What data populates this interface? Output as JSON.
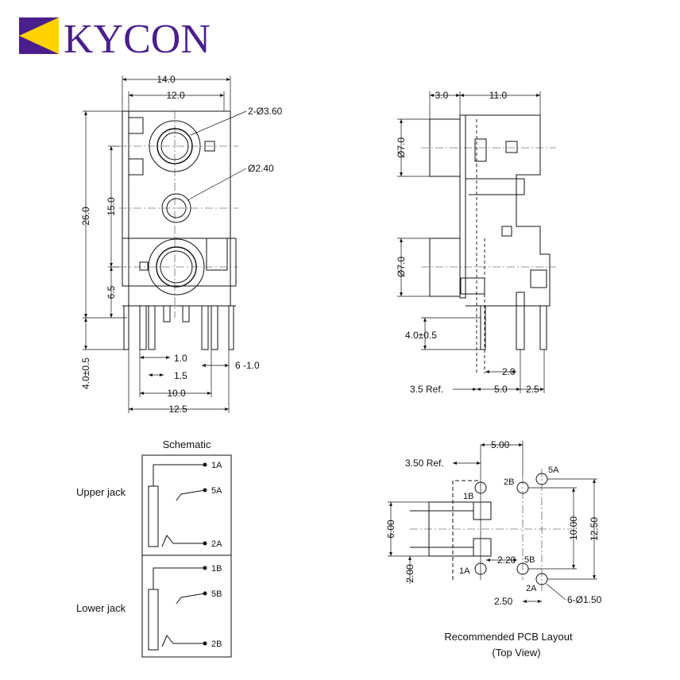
{
  "brand": {
    "name": "KYCON",
    "color": "#4a1f8c",
    "accent": "#ffd200"
  },
  "front_view": {
    "width_overall": "14.0",
    "width_inner": "12.0",
    "hole_large": "2-Ø3.60",
    "hole_small": "Ø2.40",
    "height_overall": "26.0",
    "center_spacing": "15.0",
    "lower_offset": "6.5",
    "pin_length": "4.0±0.5",
    "pin_pitch_a": "1.0",
    "pin_pitch_b": "1.5",
    "pin_width": "6 -1.0",
    "pin_span_a": "10.0",
    "pin_span_b": "12.5"
  },
  "side_view": {
    "flange": "3.0",
    "depth": "11.0",
    "upper_dia": "Ø7.0",
    "lower_dia": "Ø7.0",
    "pin_length": "4.0±0.5",
    "pin_gap": "2.0",
    "ref": "3.5 Ref.",
    "pin_span": "5.0",
    "pin_offset": "2.5"
  },
  "schematic": {
    "title": "Schematic",
    "upper_label": "Upper jack",
    "lower_label": "Lower jack",
    "pins_upper": [
      "1A",
      "5A",
      "2A"
    ],
    "pins_lower": [
      "1B",
      "5B",
      "2B"
    ]
  },
  "pcb": {
    "title": "Recommended PCB Layout",
    "subtitle": "(Top View)",
    "dim_top": "5.00",
    "dim_ref": "3.50 Ref.",
    "dim_left": "6.00",
    "dim_left2": "2.00",
    "dim_right_a": "10.00",
    "dim_right_b": "12.50",
    "dim_mid": "2.20",
    "dim_bottom": "2.50",
    "holes": "6-Ø1.50",
    "pins": [
      "5A",
      "2B",
      "1B",
      "5B",
      "1A",
      "2A"
    ]
  }
}
